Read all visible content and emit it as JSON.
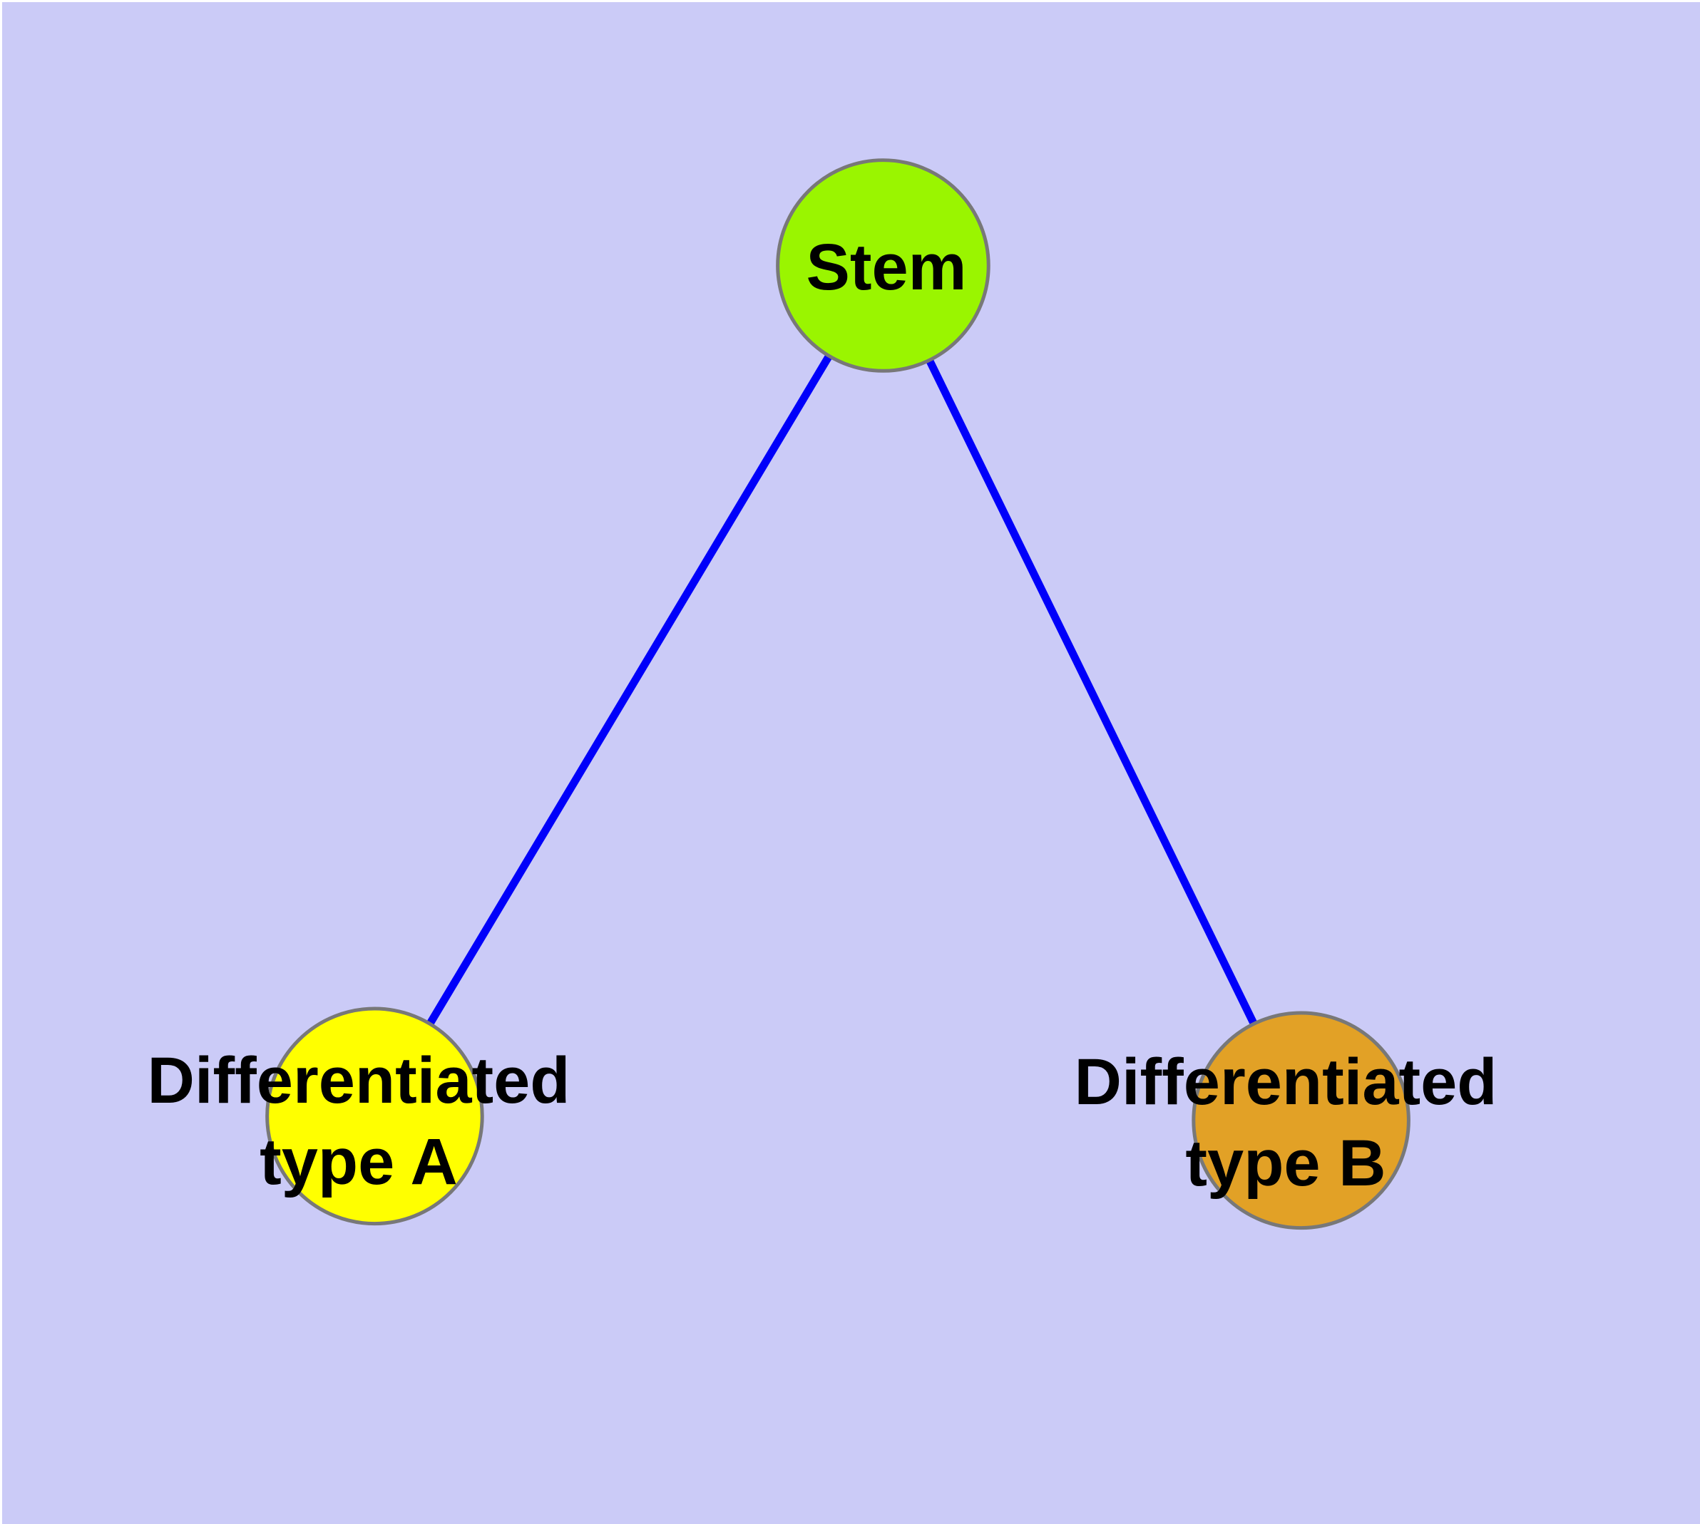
{
  "canvas": {
    "background_color": "#CBCBF7",
    "edge_border_color": "#FFFFFF",
    "node_border_color": "#787878"
  },
  "nodes": [
    {
      "id": "stem",
      "label": "Stem",
      "fill": "#9AF500"
    },
    {
      "id": "type-a",
      "label_line1": "Differentiated",
      "label_line2": "type A",
      "fill": "#FFFF00"
    },
    {
      "id": "type-b",
      "label_line1": "Differentiated",
      "label_line2": "type B",
      "fill": "#E2A126"
    }
  ],
  "edges": [
    {
      "from": "stem",
      "to": "type-a",
      "color": "#0000FA"
    },
    {
      "from": "stem",
      "to": "type-b",
      "color": "#0000FA"
    }
  ]
}
